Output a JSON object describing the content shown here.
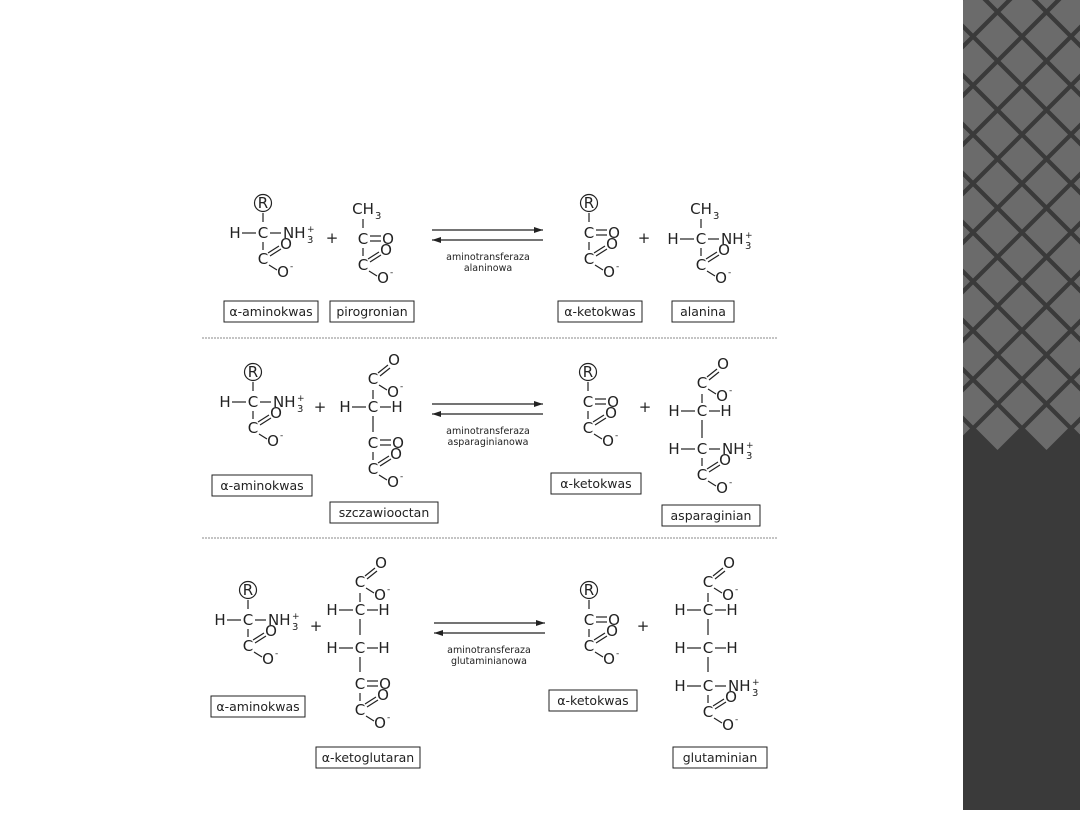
{
  "atoms": {
    "R": "R",
    "C": "C",
    "H": "H",
    "O": "O",
    "NH": "NH",
    "CH": "CH",
    "sub3": "3",
    "plus_charge": "+",
    "minus_charge": "-"
  },
  "operators": {
    "plus": "+"
  },
  "reactions": [
    {
      "enzyme_line1": "aminotransferaza",
      "enzyme_line2": "alaninowa",
      "reactant1_label": "α-aminokwas",
      "reactant2_label": "pirogronian",
      "product1_label": "α-ketokwas",
      "product2_label": "alanina"
    },
    {
      "enzyme_line1": "aminotransferaza",
      "enzyme_line2": "asparaginianowa",
      "reactant1_label": "α-aminokwas",
      "reactant2_label": "szczawiooctan",
      "product1_label": "α-ketokwas",
      "product2_label": "asparaginian"
    },
    {
      "enzyme_line1": "aminotransferaza",
      "enzyme_line2": "glutaminianowa",
      "reactant1_label": "α-aminokwas",
      "reactant2_label": "α-ketoglutaran",
      "product1_label": "α-ketokwas",
      "product2_label": "glutaminian"
    }
  ],
  "colors": {
    "pattern_dark": "#3a3a3a",
    "pattern_light": "#6b6b6b",
    "ink": "#222222"
  }
}
